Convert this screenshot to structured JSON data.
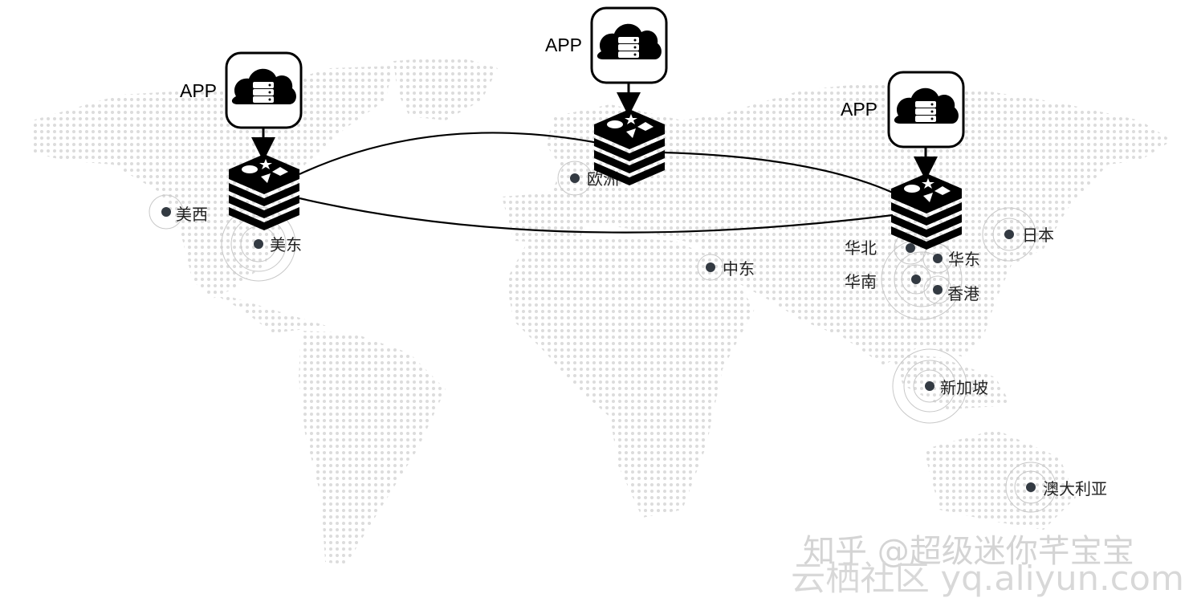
{
  "diagram": {
    "apps": [
      {
        "id": "app-us",
        "label": "APP"
      },
      {
        "id": "app-eu",
        "label": "APP"
      },
      {
        "id": "app-cn",
        "label": "APP"
      }
    ],
    "regions": [
      {
        "id": "us-west",
        "label": "美西"
      },
      {
        "id": "us-east",
        "label": "美东"
      },
      {
        "id": "europe",
        "label": "欧洲"
      },
      {
        "id": "middle-east",
        "label": "中东"
      },
      {
        "id": "north-china",
        "label": "华北"
      },
      {
        "id": "east-china",
        "label": "华东"
      },
      {
        "id": "south-china",
        "label": "华南"
      },
      {
        "id": "hong-kong",
        "label": "香港"
      },
      {
        "id": "japan",
        "label": "日本"
      },
      {
        "id": "singapore",
        "label": "新加坡"
      },
      {
        "id": "australia",
        "label": "澳大利亚"
      }
    ]
  },
  "watermarks": {
    "line1": "知乎 @超级迷你芊宝宝",
    "line2": "云栖社区 yq.aliyun.com"
  },
  "colors": {
    "dot_map": "#dcdcdc",
    "region_dot": "#333a42",
    "halo": "#c8c8c8",
    "icon": "#000000"
  }
}
